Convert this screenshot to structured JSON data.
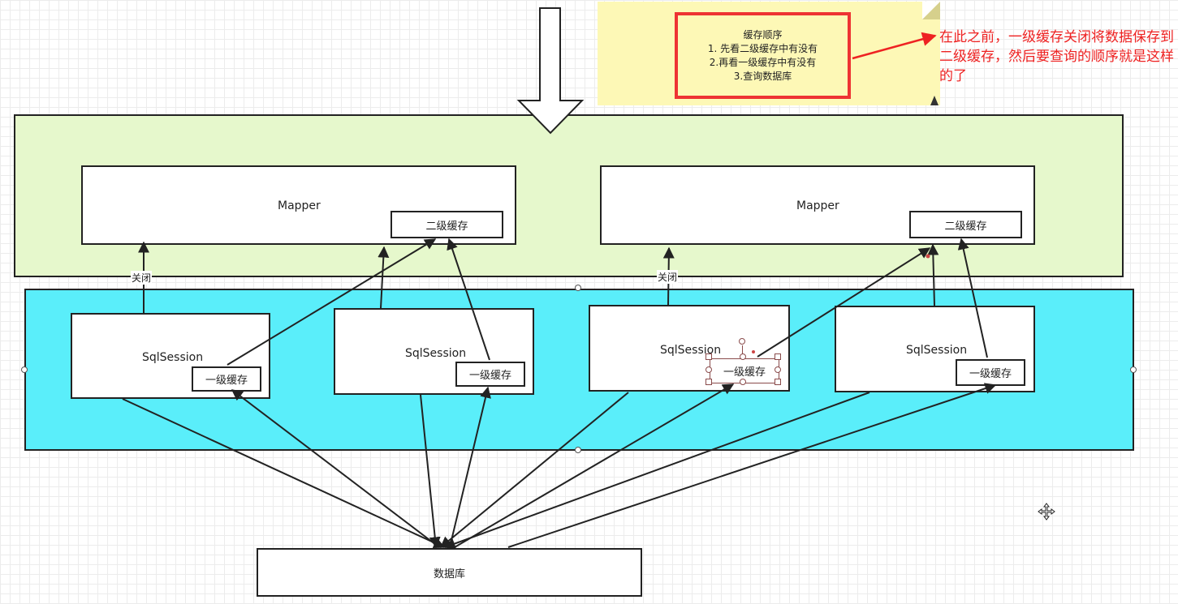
{
  "note": {
    "title": "缓存顺序",
    "lines": [
      "1. 先看二级缓存中有没有",
      "2.再看一级缓存中有没有",
      "3.查询数据库"
    ],
    "bg_color": "#fdf8b6",
    "border_color": "#ee3333"
  },
  "annotation": {
    "text": "在此之前，一级缓存关闭将数据保存到二级缓存，然后要查询的顺序就是这样的了",
    "color": "#ee2222"
  },
  "mapper_layer": {
    "bg_color": "#e6f8cc",
    "mappers": [
      {
        "label": "Mapper",
        "cache_label": "二级缓存"
      },
      {
        "label": "Mapper",
        "cache_label": "二级缓存"
      }
    ]
  },
  "close_labels": [
    "关闭",
    "关闭"
  ],
  "session_layer": {
    "bg_color": "#5aeefa",
    "sessions": [
      {
        "label": "SqlSession",
        "cache_label": "一级缓存"
      },
      {
        "label": "SqlSession",
        "cache_label": "一级缓存"
      },
      {
        "label": "SqlSession",
        "cache_label": "一级缓存"
      },
      {
        "label": "SqlSession",
        "cache_label": "一级缓存"
      }
    ]
  },
  "database": {
    "label": "数据库"
  },
  "icons": [
    "big-down-arrow-icon",
    "move-cursor-icon"
  ]
}
